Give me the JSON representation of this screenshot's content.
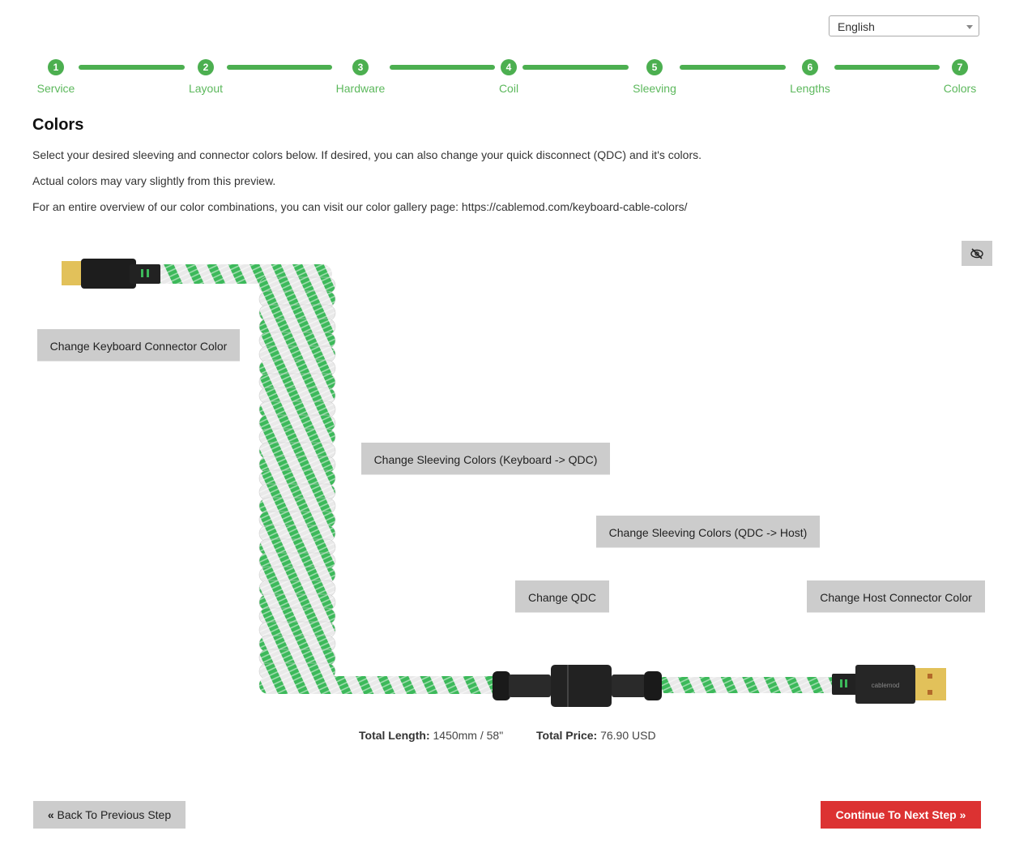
{
  "language": {
    "selected": "English"
  },
  "steps": [
    {
      "num": "1",
      "label": "Service"
    },
    {
      "num": "2",
      "label": "Layout"
    },
    {
      "num": "3",
      "label": "Hardware"
    },
    {
      "num": "4",
      "label": "Coil"
    },
    {
      "num": "5",
      "label": "Sleeving"
    },
    {
      "num": "6",
      "label": "Lengths"
    },
    {
      "num": "7",
      "label": "Colors"
    }
  ],
  "current_step": 7,
  "page": {
    "title": "Colors",
    "intro": "Select your desired sleeving and connector colors below. If desired, you can also change your quick disconnect (QDC) and it's colors.",
    "note": "Actual colors may vary slightly from this preview.",
    "gallery": "For an entire overview of our color combinations, you can visit our color gallery page: https://cablemod.com/keyboard-cable-colors/"
  },
  "options": {
    "keyboard_connector": "Change Keyboard Connector Color",
    "sleeving_keyboard_qdc": "Change Sleeving Colors (Keyboard -> QDC)",
    "sleeving_qdc_host": "Change Sleeving Colors (QDC -> Host)",
    "qdc": "Change QDC",
    "host_connector": "Change Host Connector Color"
  },
  "preview": {
    "toggle_icon": "eye-slash-icon",
    "brand_on_connector": "cablemod",
    "sleeve_primary": "#3cb95a",
    "sleeve_secondary": "#e8e8e8"
  },
  "totals": {
    "length_label": "Total Length:",
    "length_value": "1450mm / 58\"",
    "price_label": "Total Price:",
    "price_value": "76.90 USD"
  },
  "nav": {
    "back": "Back To Previous Step",
    "next": "Continue To Next Step"
  },
  "colors": {
    "accent_green": "#4caf50",
    "next_red": "#dc3232",
    "option_gray": "#cccccc"
  }
}
